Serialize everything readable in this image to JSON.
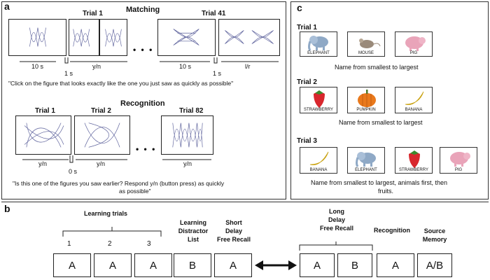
{
  "panel_a": {
    "label": "a",
    "matching_title": "Matching",
    "trials": [
      "Trial 1",
      "Trial 41"
    ],
    "timing_row1": [
      "10 s",
      "y/n",
      "10 s",
      "l/r"
    ],
    "isi": [
      "1 s",
      "1 s"
    ],
    "ellipsis": "• • •",
    "instruction_matching": "\"Click on the figure that looks  exactly like the one you just saw as quickly as possible\"",
    "recognition_title": "Recognition",
    "recog_trials": [
      "Trial 1",
      "Trial 2",
      "Trial 82"
    ],
    "timing_row2": [
      "y/n",
      "y/n",
      "y/n"
    ],
    "isi2": "0 s",
    "instruction_recognition_1": "\"Is this one of the figures you saw earlier? Respond y/n (button press) as quickly",
    "instruction_recognition_2": "as possible\""
  },
  "panel_c": {
    "label": "c",
    "trials": [
      {
        "title": "Trial 1",
        "items": [
          "ELEPHANT",
          "MOUSE",
          "PIG"
        ],
        "instruction": "Name from smallest to largest"
      },
      {
        "title": "Trial 2",
        "items": [
          "STRAWBERRY",
          "PUMPKIN",
          "BANANA"
        ],
        "instruction": "Name from smallest to largest"
      },
      {
        "title": "Trial 3",
        "items": [
          "BANANA",
          "ELEPHANT",
          "STRAWBERRY",
          "PIG"
        ],
        "instruction_1": "Name from smallest to largest, animals first, then",
        "instruction_2": "fruits."
      }
    ]
  },
  "panel_b": {
    "label": "b",
    "learning_trials": "Learning trials",
    "trial_numbers": [
      "1",
      "2",
      "3"
    ],
    "learning_distractor": [
      "Learning",
      "Distractor",
      "List"
    ],
    "short_delay": [
      "Short",
      "Delay",
      "Free Recall"
    ],
    "long_delay": [
      "Long",
      "Delay",
      "Free Recall"
    ],
    "recognition": "Recognition",
    "source_memory": [
      "Source",
      "Memory"
    ],
    "boxes": [
      "A",
      "A",
      "A",
      "B",
      "A",
      "A",
      "B",
      "A",
      "A/B"
    ]
  },
  "colors": {
    "line": "#222222",
    "figure": "#5a5f9a",
    "elephant": "#8fa9c6",
    "pig": "#e9a4b9",
    "strawberry": "#d8272d",
    "pumpkin": "#e9791c",
    "banana": "#f2c91c"
  }
}
